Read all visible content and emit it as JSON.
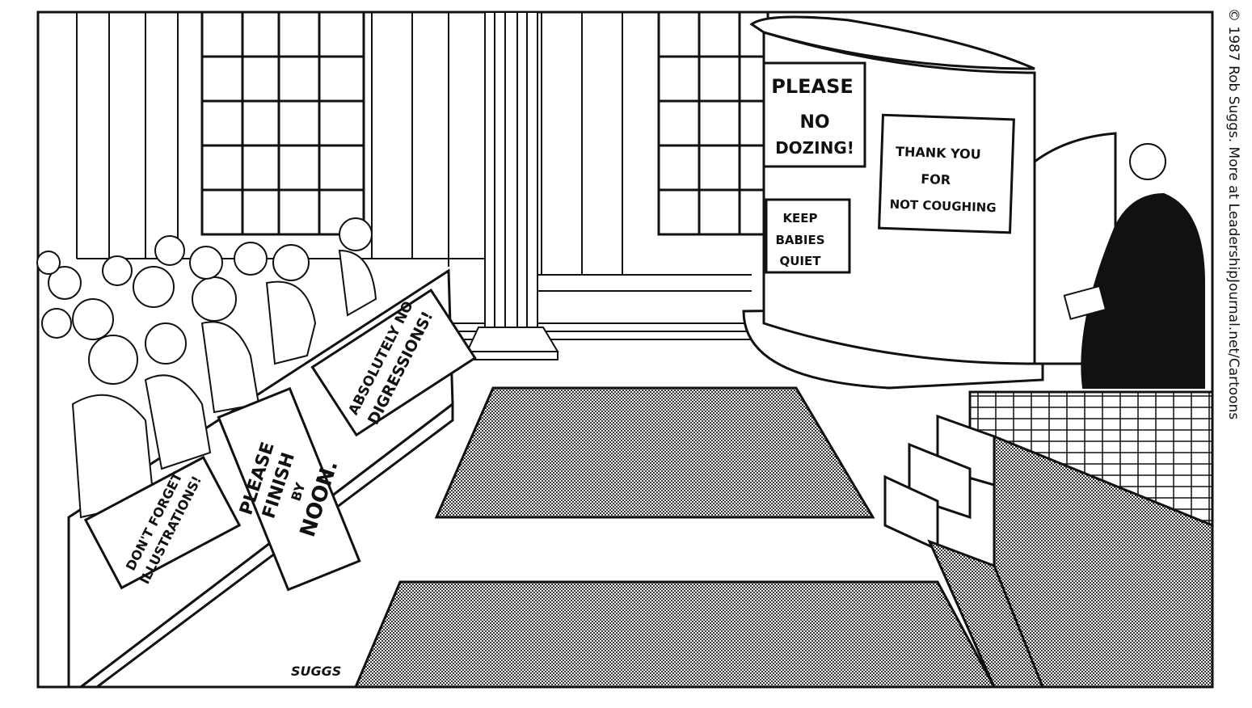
{
  "copyright": "© 1987 Rob Suggs. More at LeadershipJournal.net/Cartoons",
  "signature": "SUGGS",
  "pulpit_signs": {
    "dozing": [
      "PLEASE",
      "NO",
      "DOZING!"
    ],
    "coughing": [
      "THANK YOU",
      "FOR",
      "NOT COUGHING"
    ],
    "babies": [
      "KEEP",
      "BABIES",
      "QUIET"
    ]
  },
  "pew_signs": {
    "illustrations": [
      "DON'T FORGET",
      "ILLUSTRATIONS!"
    ],
    "noon": [
      "PLEASE",
      "FINISH",
      "BY",
      "NOON."
    ],
    "digressions": [
      "ABSOLUTELY NO",
      "DIGRESSIONS!"
    ]
  },
  "colors": {
    "ink": "#111111",
    "paper": "#ffffff"
  }
}
